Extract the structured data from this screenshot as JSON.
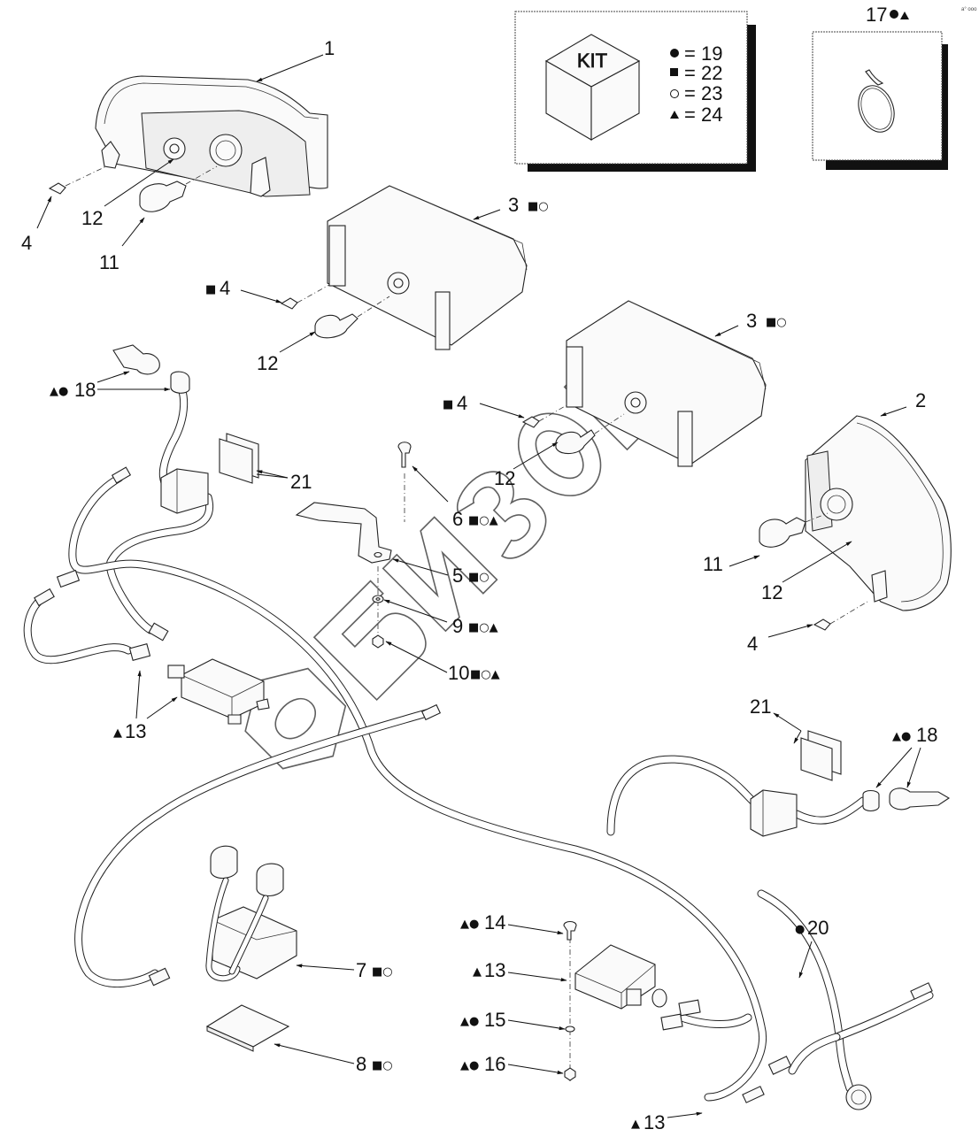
{
  "diagram": {
    "title": "Work lights kit — exploded parts view",
    "watermark": "БИЗОН",
    "corner_mark": "a° ooo",
    "kit_legend": {
      "box_label": "KIT",
      "entries": [
        {
          "symbol": "●",
          "symbol_name": "filled-circle",
          "value": "= 19"
        },
        {
          "symbol": "■",
          "symbol_name": "filled-square",
          "value": "= 22"
        },
        {
          "symbol": "○",
          "symbol_name": "open-circle",
          "value": "= 23"
        },
        {
          "symbol": "▲",
          "symbol_name": "filled-triangle",
          "value": "= 24"
        }
      ]
    },
    "inset_17": {
      "number": "17",
      "symbols": "●▲",
      "part": "cable tie"
    },
    "callouts": [
      {
        "id": "c1",
        "number": "1",
        "prefix": "",
        "suffix": "",
        "part": "rear lamp left"
      },
      {
        "id": "c2",
        "number": "2",
        "prefix": "",
        "suffix": "",
        "part": "rear lamp right"
      },
      {
        "id": "c3a",
        "number": "3",
        "prefix": "",
        "suffix": "■○",
        "part": "work lamp upper"
      },
      {
        "id": "c3b",
        "number": "3",
        "prefix": "",
        "suffix": "■○",
        "part": "work lamp lower"
      },
      {
        "id": "c4a",
        "number": "4",
        "prefix": "",
        "suffix": "",
        "part": "screw lamp 1"
      },
      {
        "id": "c4b",
        "number": "4",
        "prefix": "■",
        "suffix": "",
        "part": "screw lamp 3 upper"
      },
      {
        "id": "c4c",
        "number": "4",
        "prefix": "■",
        "suffix": "",
        "part": "screw lamp 3 lower"
      },
      {
        "id": "c4d",
        "number": "4",
        "prefix": "",
        "suffix": "",
        "part": "screw lamp 2"
      },
      {
        "id": "c5",
        "number": "5",
        "prefix": "",
        "suffix": "■○",
        "part": "bracket"
      },
      {
        "id": "c6",
        "number": "6",
        "prefix": "",
        "suffix": "■○▲",
        "part": "bolt"
      },
      {
        "id": "c7",
        "number": "7",
        "prefix": "",
        "suffix": "■○",
        "part": "relay module"
      },
      {
        "id": "c8",
        "number": "8",
        "prefix": "",
        "suffix": "■○",
        "part": "pad"
      },
      {
        "id": "c9",
        "number": "9",
        "prefix": "",
        "suffix": "■○▲",
        "part": "washer"
      },
      {
        "id": "c10",
        "number": "10",
        "prefix": "",
        "suffix": "■○▲",
        "part": "nut"
      },
      {
        "id": "c11a",
        "number": "11",
        "prefix": "",
        "suffix": "",
        "part": "bulb left"
      },
      {
        "id": "c11b",
        "number": "11",
        "prefix": "",
        "suffix": "",
        "part": "bulb right"
      },
      {
        "id": "c12a",
        "number": "12",
        "prefix": "",
        "suffix": "",
        "part": "socket lamp 1"
      },
      {
        "id": "c12b",
        "number": "12",
        "prefix": "",
        "suffix": "",
        "part": "socket lamp 3 upper"
      },
      {
        "id": "c12c",
        "number": "12",
        "prefix": "",
        "suffix": "",
        "part": "socket lamp 3 lower"
      },
      {
        "id": "c12d",
        "number": "12",
        "prefix": "",
        "suffix": "",
        "part": "socket lamp 2"
      },
      {
        "id": "c13a",
        "number": "13",
        "prefix": "▲",
        "suffix": "",
        "part": "relay left"
      },
      {
        "id": "c13b",
        "number": "13",
        "prefix": "▲",
        "suffix": "",
        "part": "relay right"
      },
      {
        "id": "c13c",
        "number": "13",
        "prefix": "▲",
        "suffix": "",
        "part": "connector bottom"
      },
      {
        "id": "c14",
        "number": "14",
        "prefix": "▲●",
        "suffix": "",
        "part": "bolt"
      },
      {
        "id": "c15",
        "number": "15",
        "prefix": "▲●",
        "suffix": "",
        "part": "washer"
      },
      {
        "id": "c16",
        "number": "16",
        "prefix": "▲●",
        "suffix": "",
        "part": "nut"
      },
      {
        "id": "c18a",
        "number": "18",
        "prefix": "▲●",
        "suffix": "",
        "part": "bulb and boot left"
      },
      {
        "id": "c18b",
        "number": "18",
        "prefix": "▲●",
        "suffix": "",
        "part": "bulb and boot right"
      },
      {
        "id": "c20",
        "number": "20",
        "prefix": "●",
        "suffix": "",
        "part": "harness"
      },
      {
        "id": "c21a",
        "number": "21",
        "prefix": "",
        "suffix": "",
        "part": "labels left"
      },
      {
        "id": "c21b",
        "number": "21",
        "prefix": "",
        "suffix": "",
        "part": "labels right"
      }
    ]
  }
}
